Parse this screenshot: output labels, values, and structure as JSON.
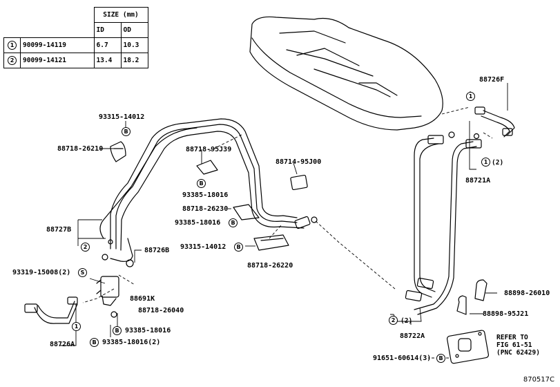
{
  "size_table": {
    "header": "SIZE (mm)",
    "col_id": "ID",
    "col_od": "OD",
    "rows": [
      {
        "mark": "1",
        "part": "90099-14119",
        "id": "6.7",
        "od": "10.3"
      },
      {
        "mark": "2",
        "part": "90099-14121",
        "id": "13.4",
        "od": "18.2"
      }
    ]
  },
  "labels": {
    "p93315_top": "93315-14012",
    "p88718_26210": "88718-26210",
    "p88727B": "88727B",
    "p88726B": "88726B",
    "p93319": "93319-15008(2)",
    "p88691K": "88691K",
    "p88718_26040": "88718-26040",
    "p93385_a": "93385-18016",
    "p93385_b2": "93385-18016(2)",
    "p88726A": "88726A",
    "p88718_95J39": "88718-95J39",
    "p93385_c": "93385-18016",
    "p88718_26230": "88718-26230",
    "p93385_d": "93385-18016",
    "p93315_mid": "93315-14012",
    "p88718_26220": "88718-26220",
    "p88714": "88714-95J00",
    "p88726F": "88726F",
    "p88721A": "88721A",
    "p88722A": "88722A",
    "p88898_26010": "88898-26010",
    "p88898_95J21": "88898-95J21",
    "p91651": "91651-60614(3)",
    "refer": "REFER TO",
    "fig": "FIG 61-51",
    "pnc": "(PNC 62429)",
    "qty2": "(2)",
    "qty2b": "(2)"
  },
  "marks": {
    "one": "1",
    "two": "2",
    "b": "B",
    "s": "S"
  },
  "diagram_id": "870517C"
}
